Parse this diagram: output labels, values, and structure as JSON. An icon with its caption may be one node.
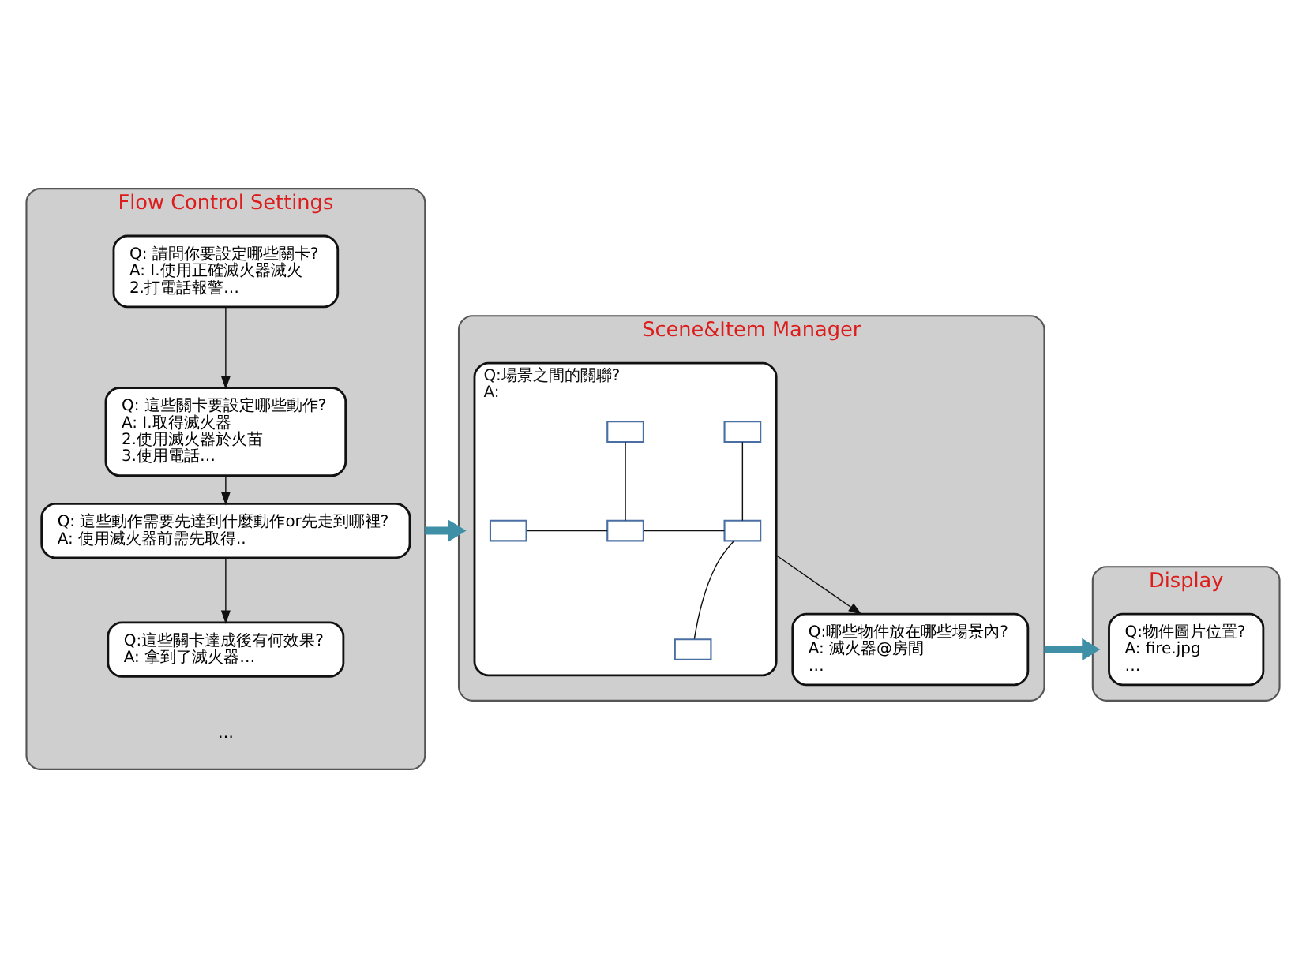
{
  "diagram": {
    "nodes": [
      {
        "text": [
          "Flow Control Settings"
        ]
      },
      {
        "text": [
          "Q: 請問你要設定哪些關卡?",
          "A: I.使用正確滅火器滅火",
          "2.打電話報警…"
        ],
        "in": 0
      },
      {
        "text": [
          "Q: 這些關卡要設定哪些動作?",
          "A: I.取得滅火器",
          "2.使用滅火器於火苗",
          "3.使用電話…"
        ],
        "in": 0
      },
      {
        "text": [
          "Q: 這些動作需要先達到什麼動作or先走到哪裡?",
          "A: 使用滅火器前需先取得.."
        ],
        "in": 0
      },
      {
        "text": [
          "Q:這些關卡達成後有何效果?",
          "A: 拿到了滅火器…"
        ],
        "in": 0
      },
      {
        "text": [
          "Scene&Item Manager"
        ]
      },
      {
        "text": [
          "Q:場景之間的關聯?",
          "A:"
        ],
        "in": 5
      },
      {
        "text": [],
        "shape": "box",
        "in": 6
      },
      {
        "text": [],
        "shape": "box",
        "in": 6
      },
      {
        "text": [],
        "shape": "box",
        "in": 6
      },
      {
        "text": [],
        "shape": "box",
        "in": 6
      },
      {
        "text": [],
        "shape": "box",
        "in": 6
      },
      {
        "text": [],
        "shape": "box",
        "in": 6
      },
      {
        "text": [
          "Q:哪些物件放在哪些場景內?",
          "A: 滅火器@房間",
          "…"
        ],
        "in": 5
      },
      {
        "text": [
          "Display"
        ]
      },
      {
        "text": [
          "Q:物件圖片位置?",
          "A: fire.jpg",
          "…"
        ],
        "in": 14
      }
    ],
    "edges": [
      {
        "from": 1,
        "to": 2,
        "arrow": "to"
      },
      {
        "from": 2,
        "to": 3,
        "arrow": "to"
      },
      {
        "from": 3,
        "to": 4,
        "arrow": "to"
      },
      {
        "from": 7,
        "to": 9,
        "arrow": "none"
      },
      {
        "from": 8,
        "to": 9,
        "arrow": "none"
      },
      {
        "from": 9,
        "to": 10,
        "arrow": "none"
      },
      {
        "from": 10,
        "to": 11,
        "arrow": "none"
      },
      {
        "from": 10,
        "to": 12,
        "arrow": "none"
      },
      {
        "from": 6,
        "to": 13,
        "arrow": "to"
      },
      {
        "from": 0,
        "to": 5,
        "arrow": "to",
        "style": "thick",
        "color": "#3f8fa6"
      },
      {
        "from": 5,
        "to": 14,
        "arrow": "to",
        "style": "thick",
        "color": "#3f8fa6"
      }
    ],
    "labels": [
      "…"
    ]
  }
}
